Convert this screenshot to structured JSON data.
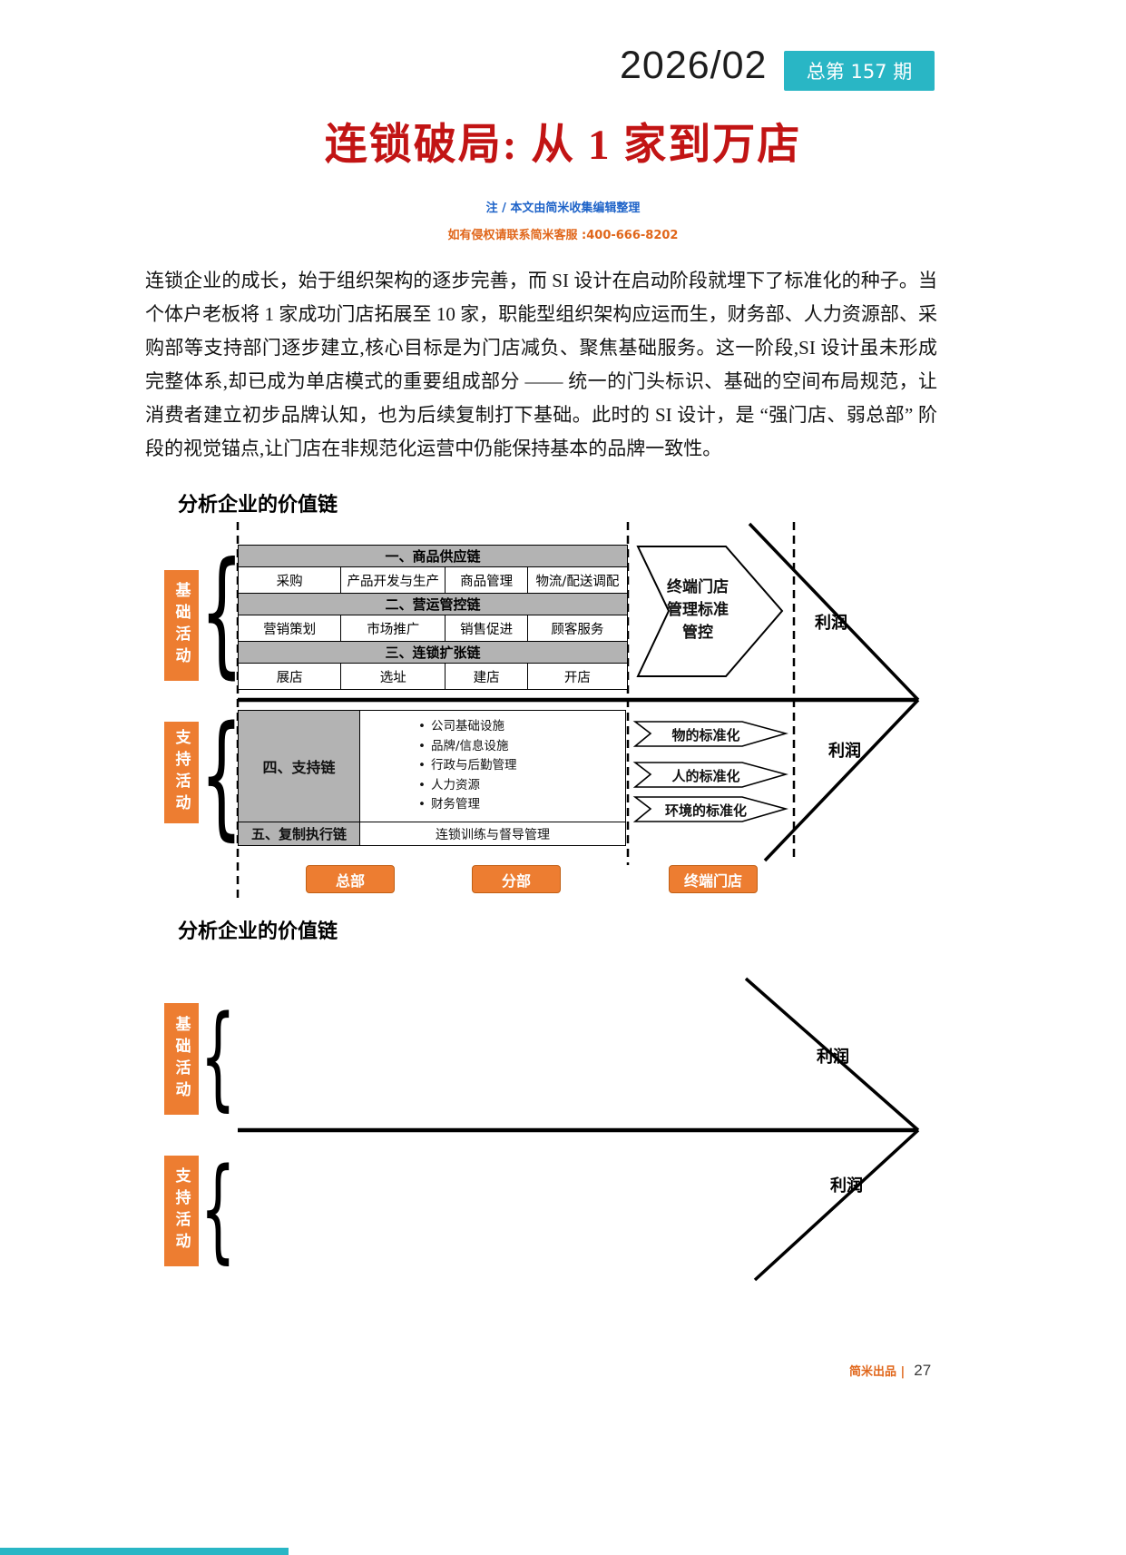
{
  "colors": {
    "teal_accent": "#29B6C5",
    "title_red": "#C21414",
    "note_blue": "#1E63C8",
    "note_orange": "#E0661A",
    "diagram_orange": "#ED7D31",
    "gray_band": "#B3B3B3"
  },
  "icons": {
    "brace": "{"
  },
  "header": {
    "issue_date": "2026/02",
    "issue_badge": "总第 157 期",
    "title": "连锁破局: 从 1 家到万店",
    "note_line1": "注 / 本文由简米收集编辑整理",
    "note_line2": "如有侵权请联系简米客服 :400-666-8202"
  },
  "body_paragraph": "连锁企业的成长，始于组织架构的逐步完善，而 SI 设计在启动阶段就埋下了标准化的种子。当个体户老板将 1 家成功门店拓展至 10 家，职能型组织架构应运而生，财务部、人力资源部、采购部等支持部门逐步建立,核心目标是为门店减负、聚焦基础服务。这一阶段,SI 设计虽未形成完整体系,却已成为单店模式的重要组成部分 —— 统一的门头标识、基础的空间布局规范，让消费者建立初步品牌认知，也为后续复制打下基础。此时的 SI 设计，是 “强门店、弱总部” 阶段的视觉锚点,让门店在非规范化运营中仍能保持基本的品牌一致性。",
  "diagram1": {
    "heading": "分析企业的价值链",
    "basic_label": "基础活动",
    "support_label": "支持活动",
    "chains": [
      {
        "title": "一、商品供应链",
        "cells": [
          "采购",
          "产品开发与生产",
          "商品管理",
          "物流/配送调配"
        ]
      },
      {
        "title": "二、营运管控链",
        "cells": [
          "营销策划",
          "市场推广",
          "销售促进",
          "顾客服务"
        ]
      },
      {
        "title": "三、连锁扩张链",
        "cells": [
          "展店",
          "选址",
          "建店",
          "开店"
        ]
      }
    ],
    "terminal_chevron": "终端门店\n管理标准\n管控",
    "support_chain": {
      "title": "四、支持链",
      "items": [
        "公司基础设施",
        "品牌/信息设施",
        "行政与后勤管理",
        "人力资源",
        "财务管理"
      ]
    },
    "replicate_chain": {
      "title": "五、复制执行链",
      "cell": "连锁训练与督导管理"
    },
    "standard_banners": [
      "物的标准化",
      "人的标准化",
      "环境的标准化"
    ],
    "profit_top": "利润",
    "profit_bottom": "利润",
    "bottom_tags": [
      "总部",
      "分部",
      "终端门店"
    ]
  },
  "diagram2": {
    "heading": "分析企业的价值链",
    "basic_label": "基础活动",
    "support_label": "支持活动",
    "profit_top": "利润",
    "profit_bottom": "利润"
  },
  "footer": {
    "brand": "简米出品 |",
    "page_number": "27"
  }
}
